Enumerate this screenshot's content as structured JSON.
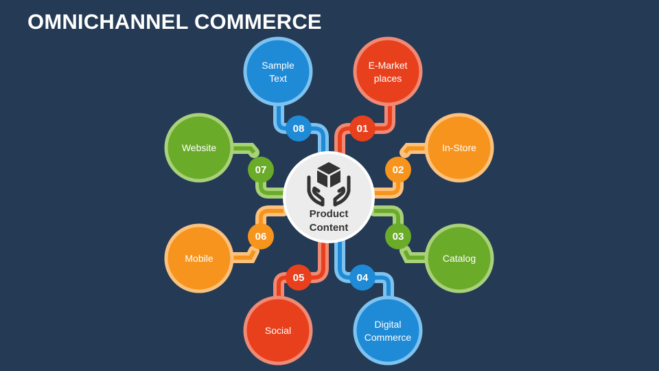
{
  "title": "OMNICHANNEL COMMERCE",
  "center": {
    "icon": "hands-holding-box-icon",
    "label_line1": "Product",
    "label_line2": "Content"
  },
  "colors": {
    "background": "#243a55",
    "red": "#e8401c",
    "orange": "#f7941d",
    "green": "#6bab2a",
    "blue": "#1f8ad6"
  },
  "nodes": [
    {
      "number": "01",
      "line1": "E-Market",
      "line2": "places",
      "color": "red"
    },
    {
      "number": "02",
      "line1": "In-Store",
      "line2": "",
      "color": "orange"
    },
    {
      "number": "03",
      "line1": "Catalog",
      "line2": "",
      "color": "green"
    },
    {
      "number": "04",
      "line1": "Digital",
      "line2": "Commerce",
      "color": "blue"
    },
    {
      "number": "05",
      "line1": "Social",
      "line2": "",
      "color": "red"
    },
    {
      "number": "06",
      "line1": "Mobile",
      "line2": "",
      "color": "orange"
    },
    {
      "number": "07",
      "line1": "Website",
      "line2": "",
      "color": "green"
    },
    {
      "number": "08",
      "line1": "Sample",
      "line2": "Text",
      "color": "blue"
    }
  ]
}
